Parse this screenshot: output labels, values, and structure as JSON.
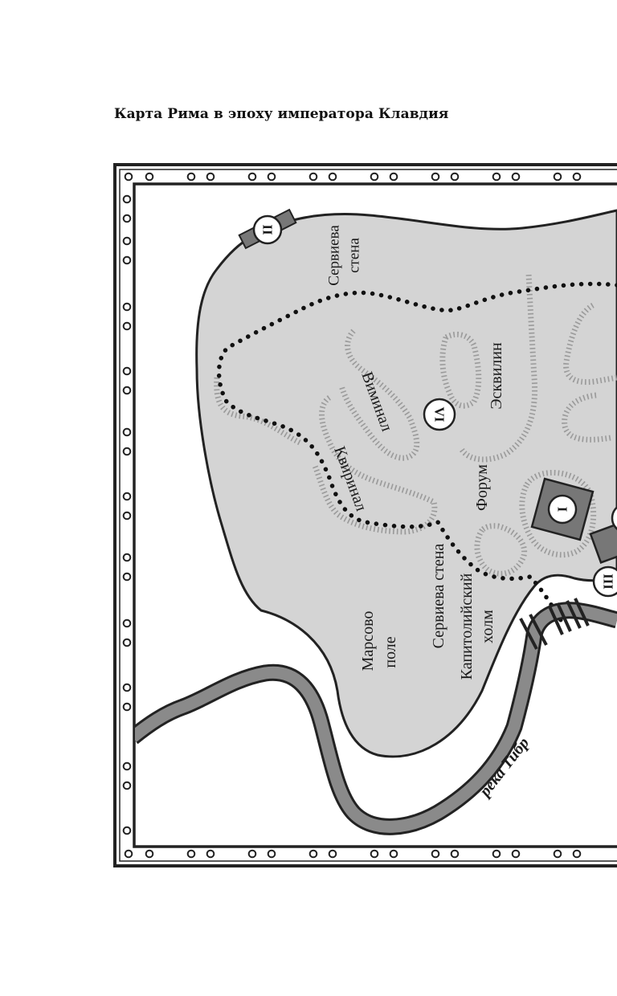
{
  "page": {
    "title": "Карта Рима в эпоху императора Клавдия"
  },
  "colors": {
    "land": "#d4d4d4",
    "river": "#8a8a8a",
    "hills": "#9a9a9a",
    "ink": "#1a1a1a",
    "frame": "#222222"
  },
  "map": {
    "labels": {
      "servian_wall_top": [
        "Сервиева",
        "стена"
      ],
      "viminal": "Виминал",
      "quirinal": "Квиринал",
      "esquiline": "Эсквилин",
      "forum": "Форум",
      "servian_wall_lower": "Сервиева стена",
      "capitoline": [
        "Капитолийский",
        "холм"
      ],
      "campus_martius": [
        "Марсово",
        "поле"
      ],
      "tiber": "река Тибр"
    },
    "markers": [
      "I",
      "II",
      "III",
      "VI"
    ]
  }
}
